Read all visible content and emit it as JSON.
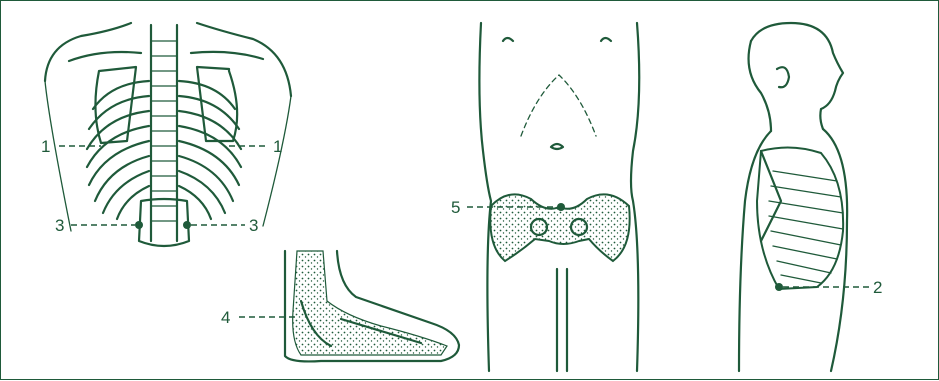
{
  "accent_color": "#1f5a3a",
  "labels": {
    "left_1": "1",
    "right_1": "1",
    "left_3": "3",
    "right_3": "3",
    "foot_4": "4",
    "pelvis_5": "5",
    "side_2": "2"
  },
  "figures": [
    "back-skeleton",
    "foot-skeleton",
    "front-torso-pelvis",
    "side-profile-ribcage"
  ]
}
